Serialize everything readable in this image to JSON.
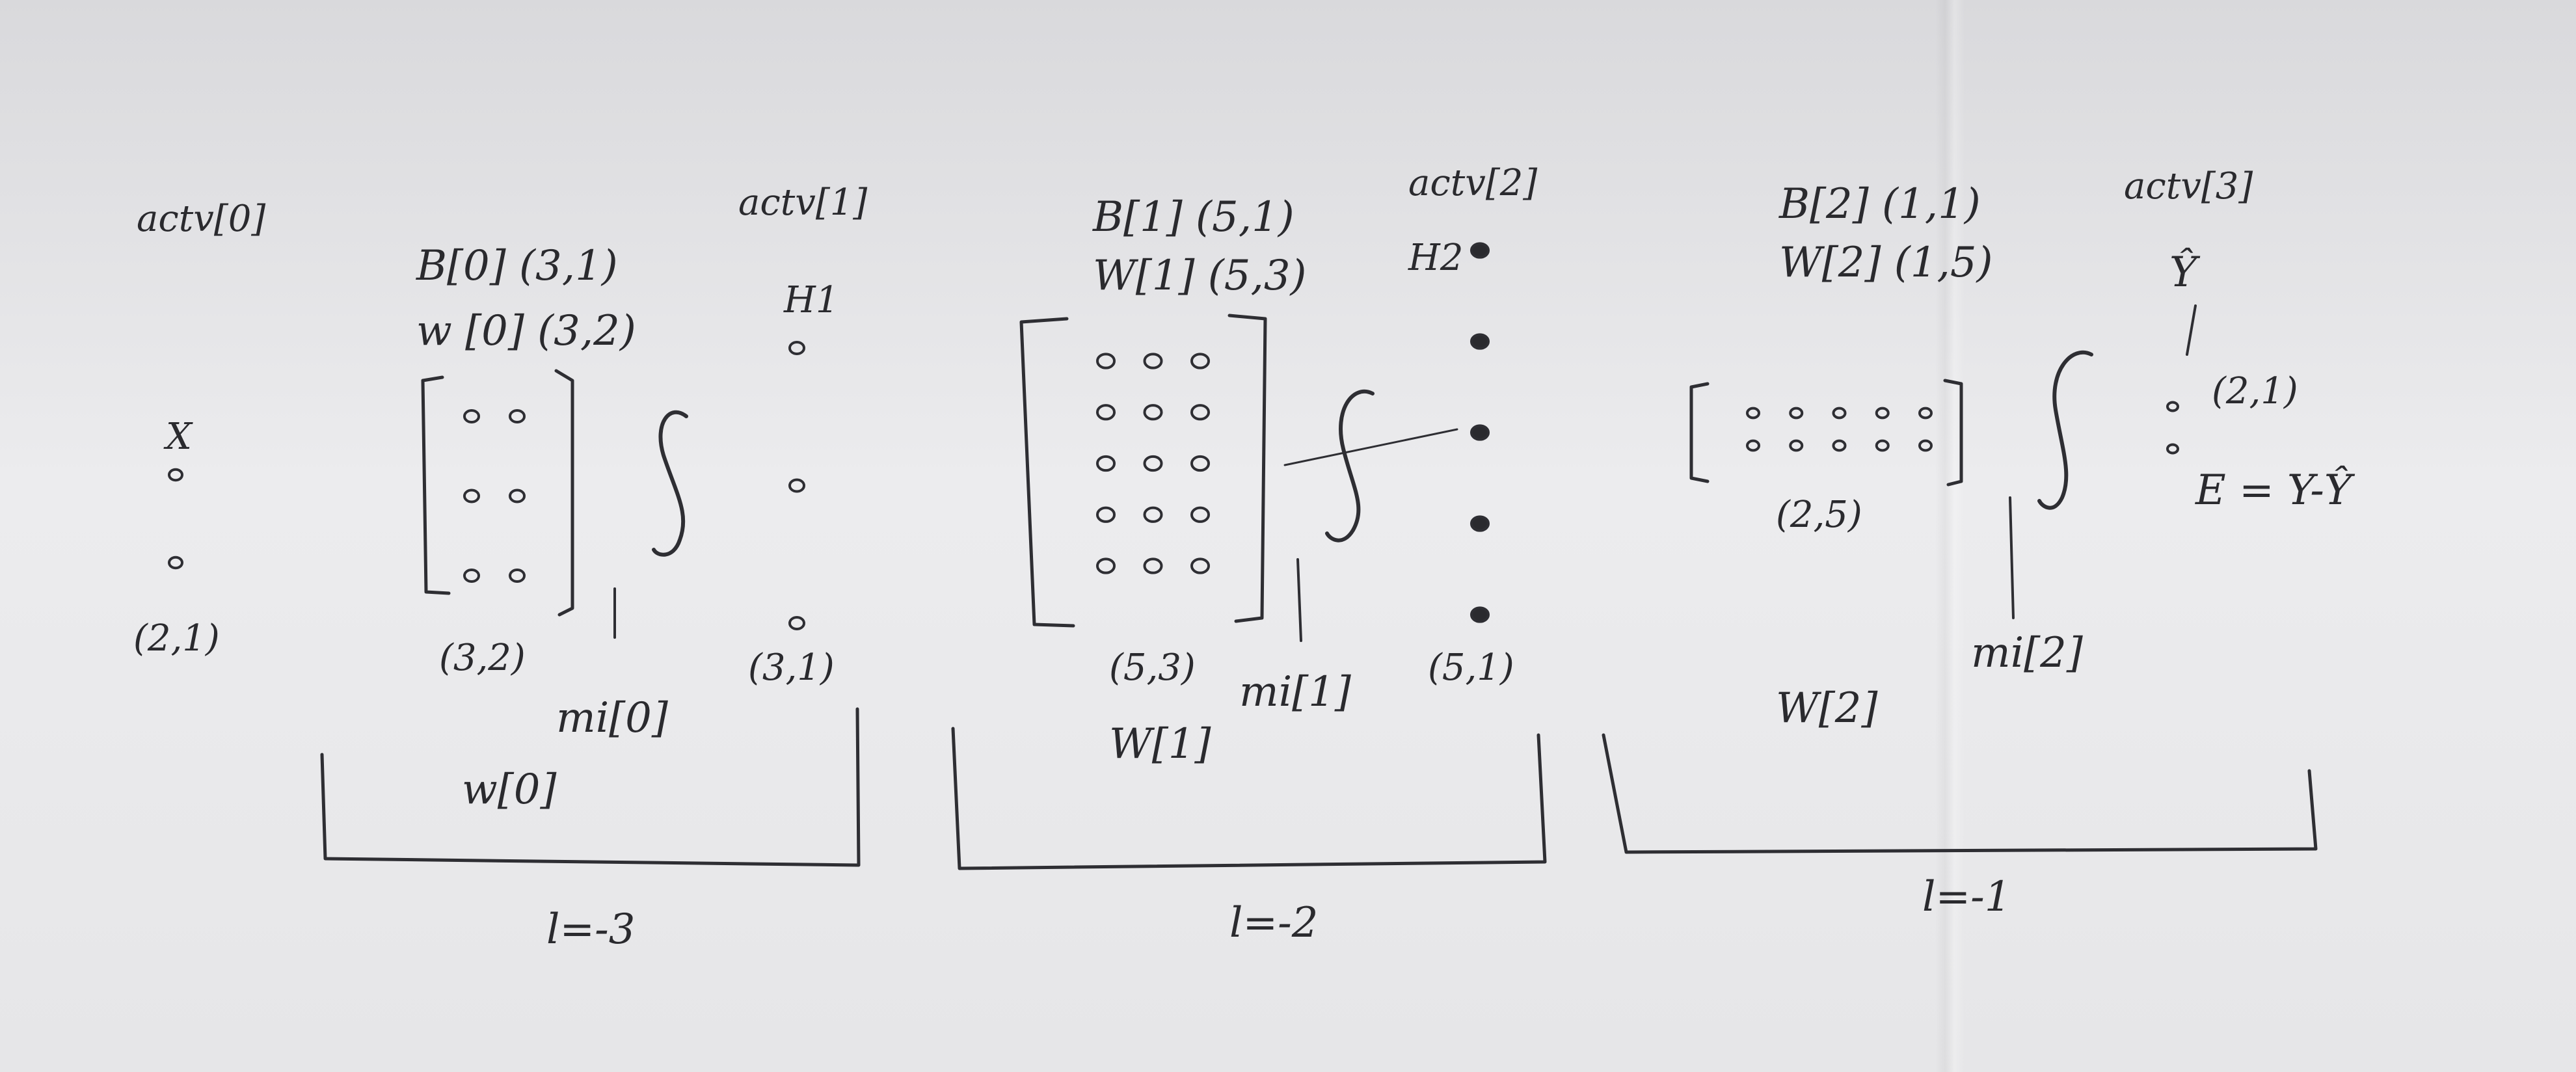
{
  "layers": [
    {
      "layer_label": "l=-3",
      "weights_name": "w[0]",
      "mult_name": "mi[0]",
      "activation": {
        "name": "actv[0]",
        "sub": "X",
        "shape": "(2,1)",
        "nodes": 2
      },
      "bias": "B[0] (3,1)",
      "weight": "w [0] (3,2)",
      "matrix": {
        "rows": 3,
        "cols": 2,
        "shape": "(3,2)"
      },
      "next_activation": {
        "name": "actv[1]",
        "sub": "H1",
        "shape": "(3,1)",
        "nodes": 3
      }
    },
    {
      "layer_label": "l=-2",
      "weights_name": "W[1]",
      "mult_name": "mi[1]",
      "bias": "B[1] (5,1)",
      "weight": "W[1] (5,3)",
      "matrix": {
        "rows": 5,
        "cols": 3,
        "shape": "(5,3)"
      },
      "next_activation": {
        "name": "actv[2]",
        "sub": "H2",
        "shape": "(5,1)",
        "nodes": 5
      }
    },
    {
      "layer_label": "l=-1",
      "weights_name": "W[2]",
      "mult_name": "mi[2]",
      "bias": "B[2] (1,1)",
      "weight": "W[2] (1,5)",
      "matrix": {
        "rows": 2,
        "cols": 5,
        "shape": "(2,5)"
      },
      "next_activation": {
        "name": "actv[3]",
        "sub": "Ŷ",
        "shape": "(2,1)",
        "nodes": 2
      }
    }
  ],
  "error": "E = Y-Ŷ"
}
